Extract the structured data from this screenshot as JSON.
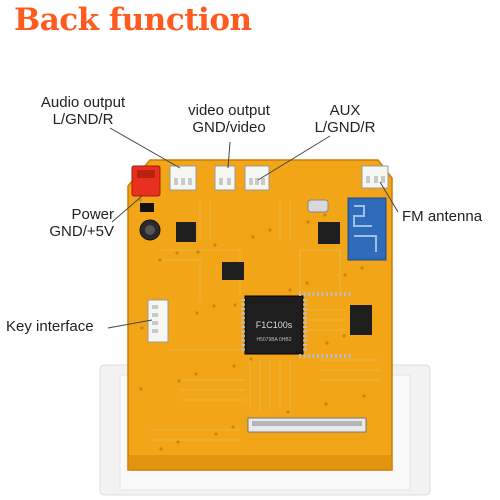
{
  "title": "Back function",
  "colors": {
    "title": "#ff5a1f",
    "pcb": "#f2a516",
    "pcb_dark": "#d7870a",
    "trace": "#e8bb4a",
    "connector_red": "#e8301f",
    "connector_white": "#f6f6f2",
    "bracket": "#f2f2f2",
    "chip": "#1e1e1e",
    "bluetooth": "#2f6bb8",
    "leader_line": "#444444"
  },
  "labels": {
    "audio_output": {
      "line1": "Audio output",
      "line2": "L/GND/R"
    },
    "video_output": {
      "line1": "video output",
      "line2": "GND/video"
    },
    "aux": {
      "line1": "AUX",
      "line2": "L/GND/R"
    },
    "power": {
      "line1": "Power",
      "line2": "GND/+5V"
    },
    "fm_antenna": {
      "line1": "FM antenna"
    },
    "key_interface": {
      "line1": "Key interface"
    }
  },
  "chip_markings": {
    "main_chip_line1": "F1C100s",
    "main_chip_line2": "H5079BA  0HB2"
  }
}
